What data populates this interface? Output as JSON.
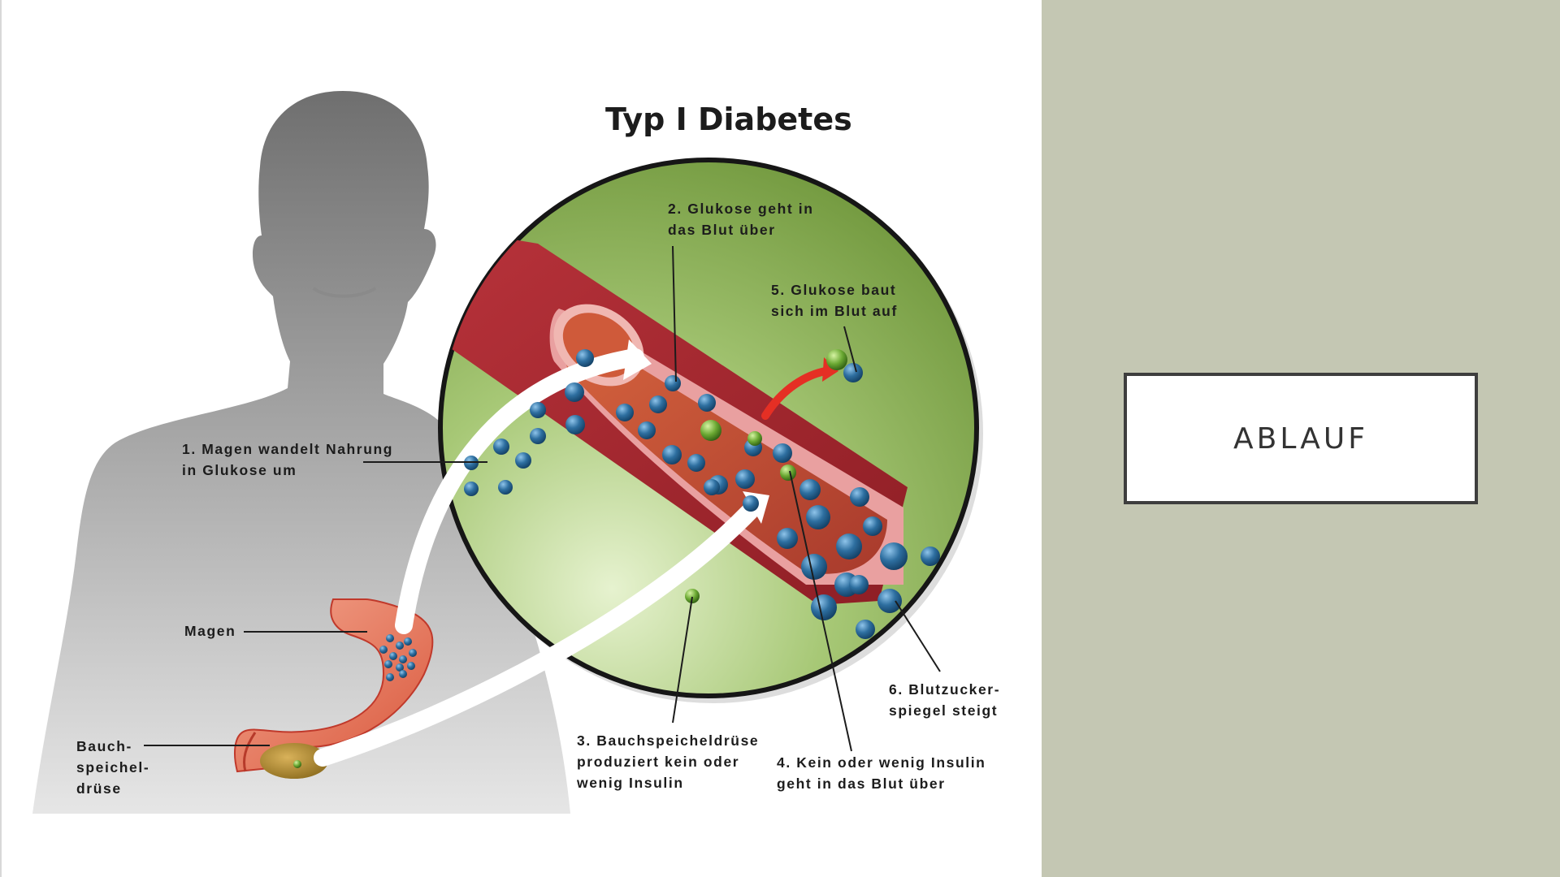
{
  "slide": {
    "section_title": "ABLAUF",
    "colors": {
      "right_panel": "#c4c7b3",
      "title_box_border": "#3e3e3e",
      "circle_green": "#8fb35a",
      "vessel_red": "#a8292f",
      "glucose_blue": "#2e6fa0",
      "insulin_green": "#6aa832"
    }
  },
  "diagram": {
    "title": "Typ I Diabetes",
    "labels": {
      "step1": [
        "1. Magen wandelt Nahrung",
        "in Glukose um"
      ],
      "step2": [
        "2. Glukose geht in",
        "das Blut über"
      ],
      "step3": [
        "3. Bauchspeicheldrüse",
        "produziert kein oder",
        "wenig Insulin"
      ],
      "step4": [
        "4. Kein oder wenig Insulin",
        "geht in das Blut über"
      ],
      "step5": [
        "5. Glukose baut",
        "sich im Blut auf"
      ],
      "step6": [
        "6. Blutzucker-",
        "spiegel steigt"
      ],
      "stomach": [
        "Magen"
      ],
      "pancreas": [
        "Bauch-",
        "speichel-",
        "drüse"
      ]
    }
  }
}
